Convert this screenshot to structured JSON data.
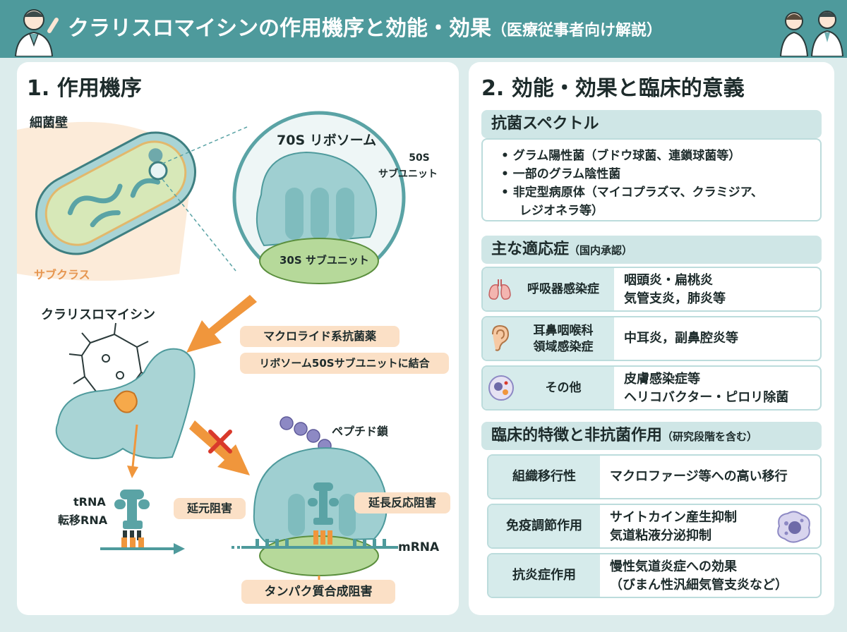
{
  "header": {
    "title": "クラリスロマイシンの作用機序と効能・効果",
    "subtitle": "（医療従事者向け解説）"
  },
  "left": {
    "section_title": "1. 作用機序",
    "cell_wall_label": "細菌壁",
    "subclass_label": "サブクラス",
    "ribosome_title": "70S リボソーム",
    "subunit_50s": "50S",
    "subunit_50s_sub": "サブユニット",
    "subunit_30s": "30S サブユニット",
    "drug_name": "クラリスロマイシン",
    "drug_class": "マクロライド系抗菌薬",
    "binding": "リボソーム50Sサブユニットに結合",
    "peptide": "ペプチド鎖",
    "trna": "tRNA",
    "trna_jp": "転移RNA",
    "initiation_block": "延元阻害",
    "elongation_block": "延長反応阻害",
    "mrna": "mRNA",
    "protein_block": "タンパク質合成阻害"
  },
  "right": {
    "section_title": "2. 効能・効果と臨床的意義",
    "spectrum": {
      "heading": "抗菌スペクトル",
      "items": [
        "•  グラム陽性菌（ブドウ球菌、連鎖球菌等）",
        "•  一部のグラム陰性菌",
        "•  非定型病原体（マイコプラズマ、クラミジア、",
        "レジオネラ等）"
      ]
    },
    "indications": {
      "heading": "主な適応症",
      "heading_note": "（国内承認）",
      "rows": [
        {
          "name": "呼吸器感染症",
          "value1": "咽頭炎・扁桃炎",
          "value2": "気管支炎，肺炎等"
        },
        {
          "name1": "耳鼻咽喉科",
          "name2": "領域感染症",
          "value1": "中耳炎，副鼻腔炎等"
        },
        {
          "name": "その他",
          "value1": "皮膚感染症等",
          "value2": "ヘリコバクター・ピロリ除菌"
        }
      ]
    },
    "features": {
      "heading": "臨床的特徴と非抗菌作用",
      "heading_note": "（研究段階を含む）",
      "rows": [
        {
          "name": "組織移行性",
          "value1": "マクロファージ等への高い移行"
        },
        {
          "name": "免疫調節作用",
          "value1": "サイトカイン産生抑制",
          "value2": "気道粘液分泌抑制"
        },
        {
          "name": "抗炎症作用",
          "value1": "慢性気道炎症への効果",
          "value2": "（びまん性汎細気管支炎など）"
        }
      ]
    }
  },
  "colors": {
    "teal": "#4e9a9c",
    "light_teal": "#a8d4d6",
    "green": "#b6d99a",
    "orange": "#f0963c",
    "peach": "#fbe0c6",
    "red": "#d9392b"
  },
  "icons": [
    "doctor-icon",
    "nurse-icon",
    "lungs-icon",
    "ear-icon",
    "cell-icon",
    "macrophage-icon",
    "block-x-icon"
  ]
}
